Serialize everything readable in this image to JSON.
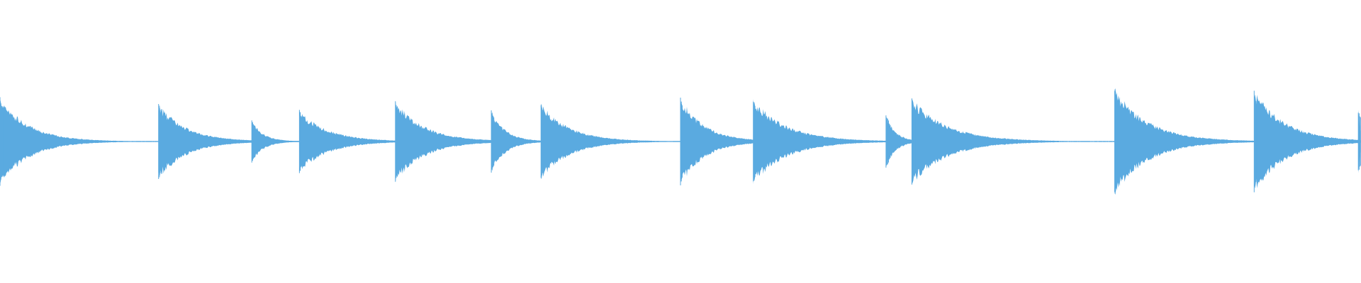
{
  "waveform": {
    "color": "#5aaae0",
    "background": "#ffffff",
    "duration": 1.0,
    "events": [
      {
        "t": 0.0,
        "amp": 0.65,
        "decay": 0.06
      },
      {
        "t": 0.1165,
        "amp": 0.55,
        "decay": 0.058
      },
      {
        "t": 0.185,
        "amp": 0.3,
        "decay": 0.025
      },
      {
        "t": 0.22,
        "amp": 0.45,
        "decay": 0.06
      },
      {
        "t": 0.2905,
        "amp": 0.6,
        "decay": 0.06
      },
      {
        "t": 0.361,
        "amp": 0.45,
        "decay": 0.03
      },
      {
        "t": 0.3975,
        "amp": 0.55,
        "decay": 0.06
      },
      {
        "t": 0.5,
        "amp": 0.65,
        "decay": 0.05
      },
      {
        "t": 0.5535,
        "amp": 0.62,
        "decay": 0.07
      },
      {
        "t": 0.651,
        "amp": 0.4,
        "decay": 0.02
      },
      {
        "t": 0.67,
        "amp": 0.62,
        "decay": 0.075
      },
      {
        "t": 0.819,
        "amp": 0.78,
        "decay": 0.07
      },
      {
        "t": 0.9215,
        "amp": 0.75,
        "decay": 0.065
      },
      {
        "t": 0.998,
        "amp": 0.45,
        "decay": 0.005
      }
    ]
  }
}
